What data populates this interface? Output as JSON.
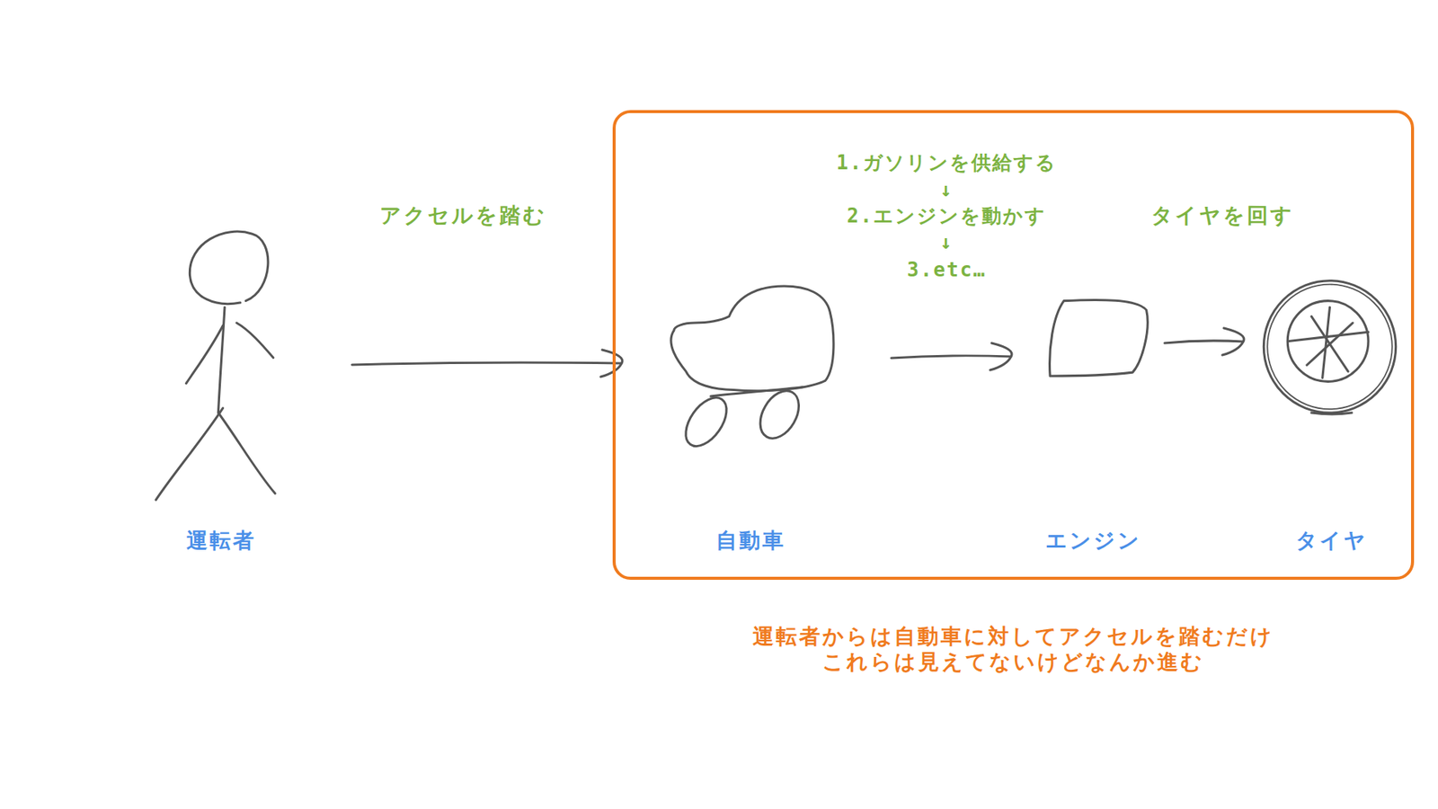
{
  "diagram": {
    "nodes": [
      {
        "text": [
          "運転者"
        ]
      },
      {
        "text": [
          "運転者からは自動車に対してアクセルを踏むだけ",
          "これらは見えてないけどなんか進む"
        ]
      },
      {
        "text": [
          "自動車"
        ],
        "in": 1
      },
      {
        "text": [
          "エンジン"
        ],
        "in": 1
      },
      {
        "text": [
          "タイヤ"
        ],
        "in": 1
      }
    ],
    "edges": [
      {
        "from": 0,
        "to": 2,
        "arrow": "to",
        "label": "アクセルを踏む"
      },
      {
        "from": 2,
        "to": 3,
        "arrow": "to"
      },
      {
        "from": 3,
        "to": 4,
        "arrow": "to",
        "label": "タイヤを回す"
      }
    ],
    "labels": [
      "1.ガソリンを供給する",
      "↓",
      "2.エンジンを動かす",
      "↓",
      "3.etc…"
    ]
  }
}
